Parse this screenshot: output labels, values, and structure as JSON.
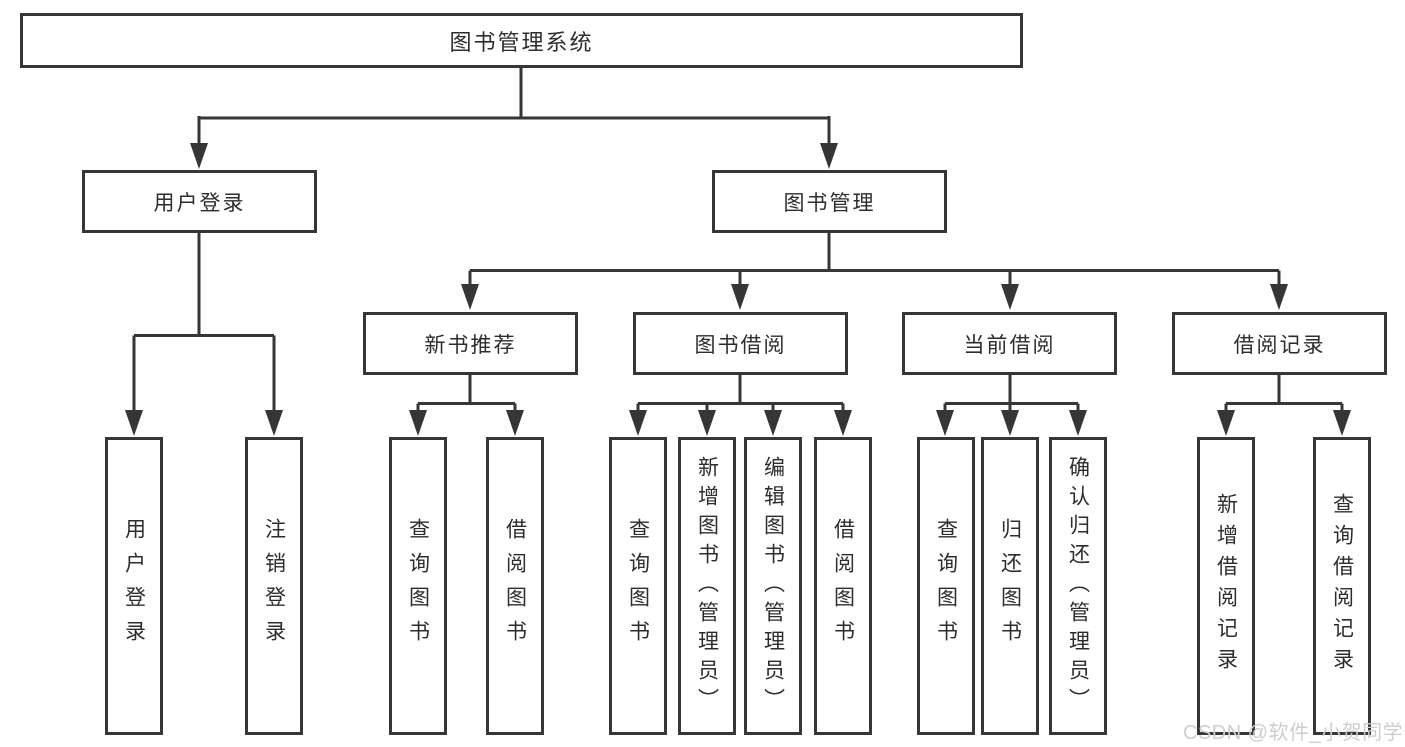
{
  "colors": {
    "border": "#363636",
    "line": "#363636",
    "text": "#2d2d2d",
    "watermark": "#ccced1",
    "background": "#ffffff"
  },
  "tree": {
    "root": {
      "label": "图书管理系统"
    },
    "branches": [
      {
        "label": "用户登录",
        "children": [
          {
            "label": "用户登录"
          },
          {
            "label": "注销登录"
          }
        ]
      },
      {
        "label": "图书管理",
        "children": [
          {
            "label": "新书推荐",
            "children": [
              {
                "label": "查询图书"
              },
              {
                "label": "借阅图书"
              }
            ]
          },
          {
            "label": "图书借阅",
            "children": [
              {
                "label": "查询图书"
              },
              {
                "label": "新增图书（管理员）"
              },
              {
                "label": "编辑图书（管理员）"
              },
              {
                "label": "借阅图书"
              }
            ]
          },
          {
            "label": "当前借阅",
            "children": [
              {
                "label": "查询图书"
              },
              {
                "label": "归还图书"
              },
              {
                "label": "确认归还（管理员）"
              }
            ]
          },
          {
            "label": "借阅记录",
            "children": [
              {
                "label": "新增借阅记录"
              },
              {
                "label": "查询借阅记录"
              }
            ]
          }
        ]
      }
    ]
  },
  "watermark": {
    "text": "CSDN @软件_小贺同学"
  }
}
